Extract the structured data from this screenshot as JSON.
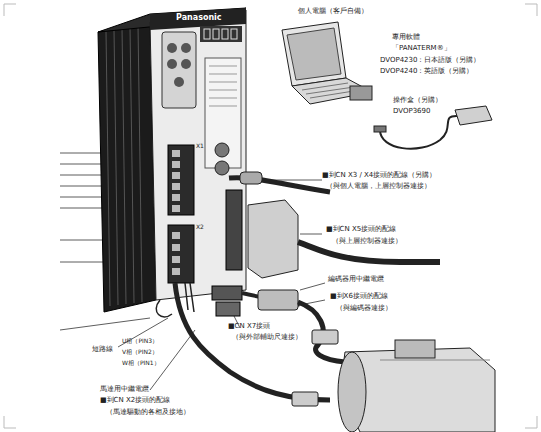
{
  "diagram": {
    "labels": [
      "Panasonic",
      "個人電腦（客戶自備）",
      "專用軟體",
      "「PANATERM®」",
      "DVOP4230：日本語版（另購）",
      "DVOP4240：英語版（另購）",
      "操作盒（另購）",
      "DVOP3690",
      "■到CN X3 / X4接頭的配線（另購）",
      "（與個人電腦，上層控制器連接）",
      "■到CN X5接頭的配線",
      "（與上層控制器連接）",
      "編碼器用中繼電纜",
      "■到X6接頭的配線",
      "（與編碼器連接）",
      "■CN X7接頭",
      "（與外部輔助尺連接）",
      "短路線",
      "U相（PIN3）",
      "V相（PIN2）",
      "W相（PIN1）",
      "馬達用中繼電纜",
      "■到CN X2接頭的配線",
      "（馬達驅動的各相及接地）",
      "X1",
      "X2"
    ]
  }
}
